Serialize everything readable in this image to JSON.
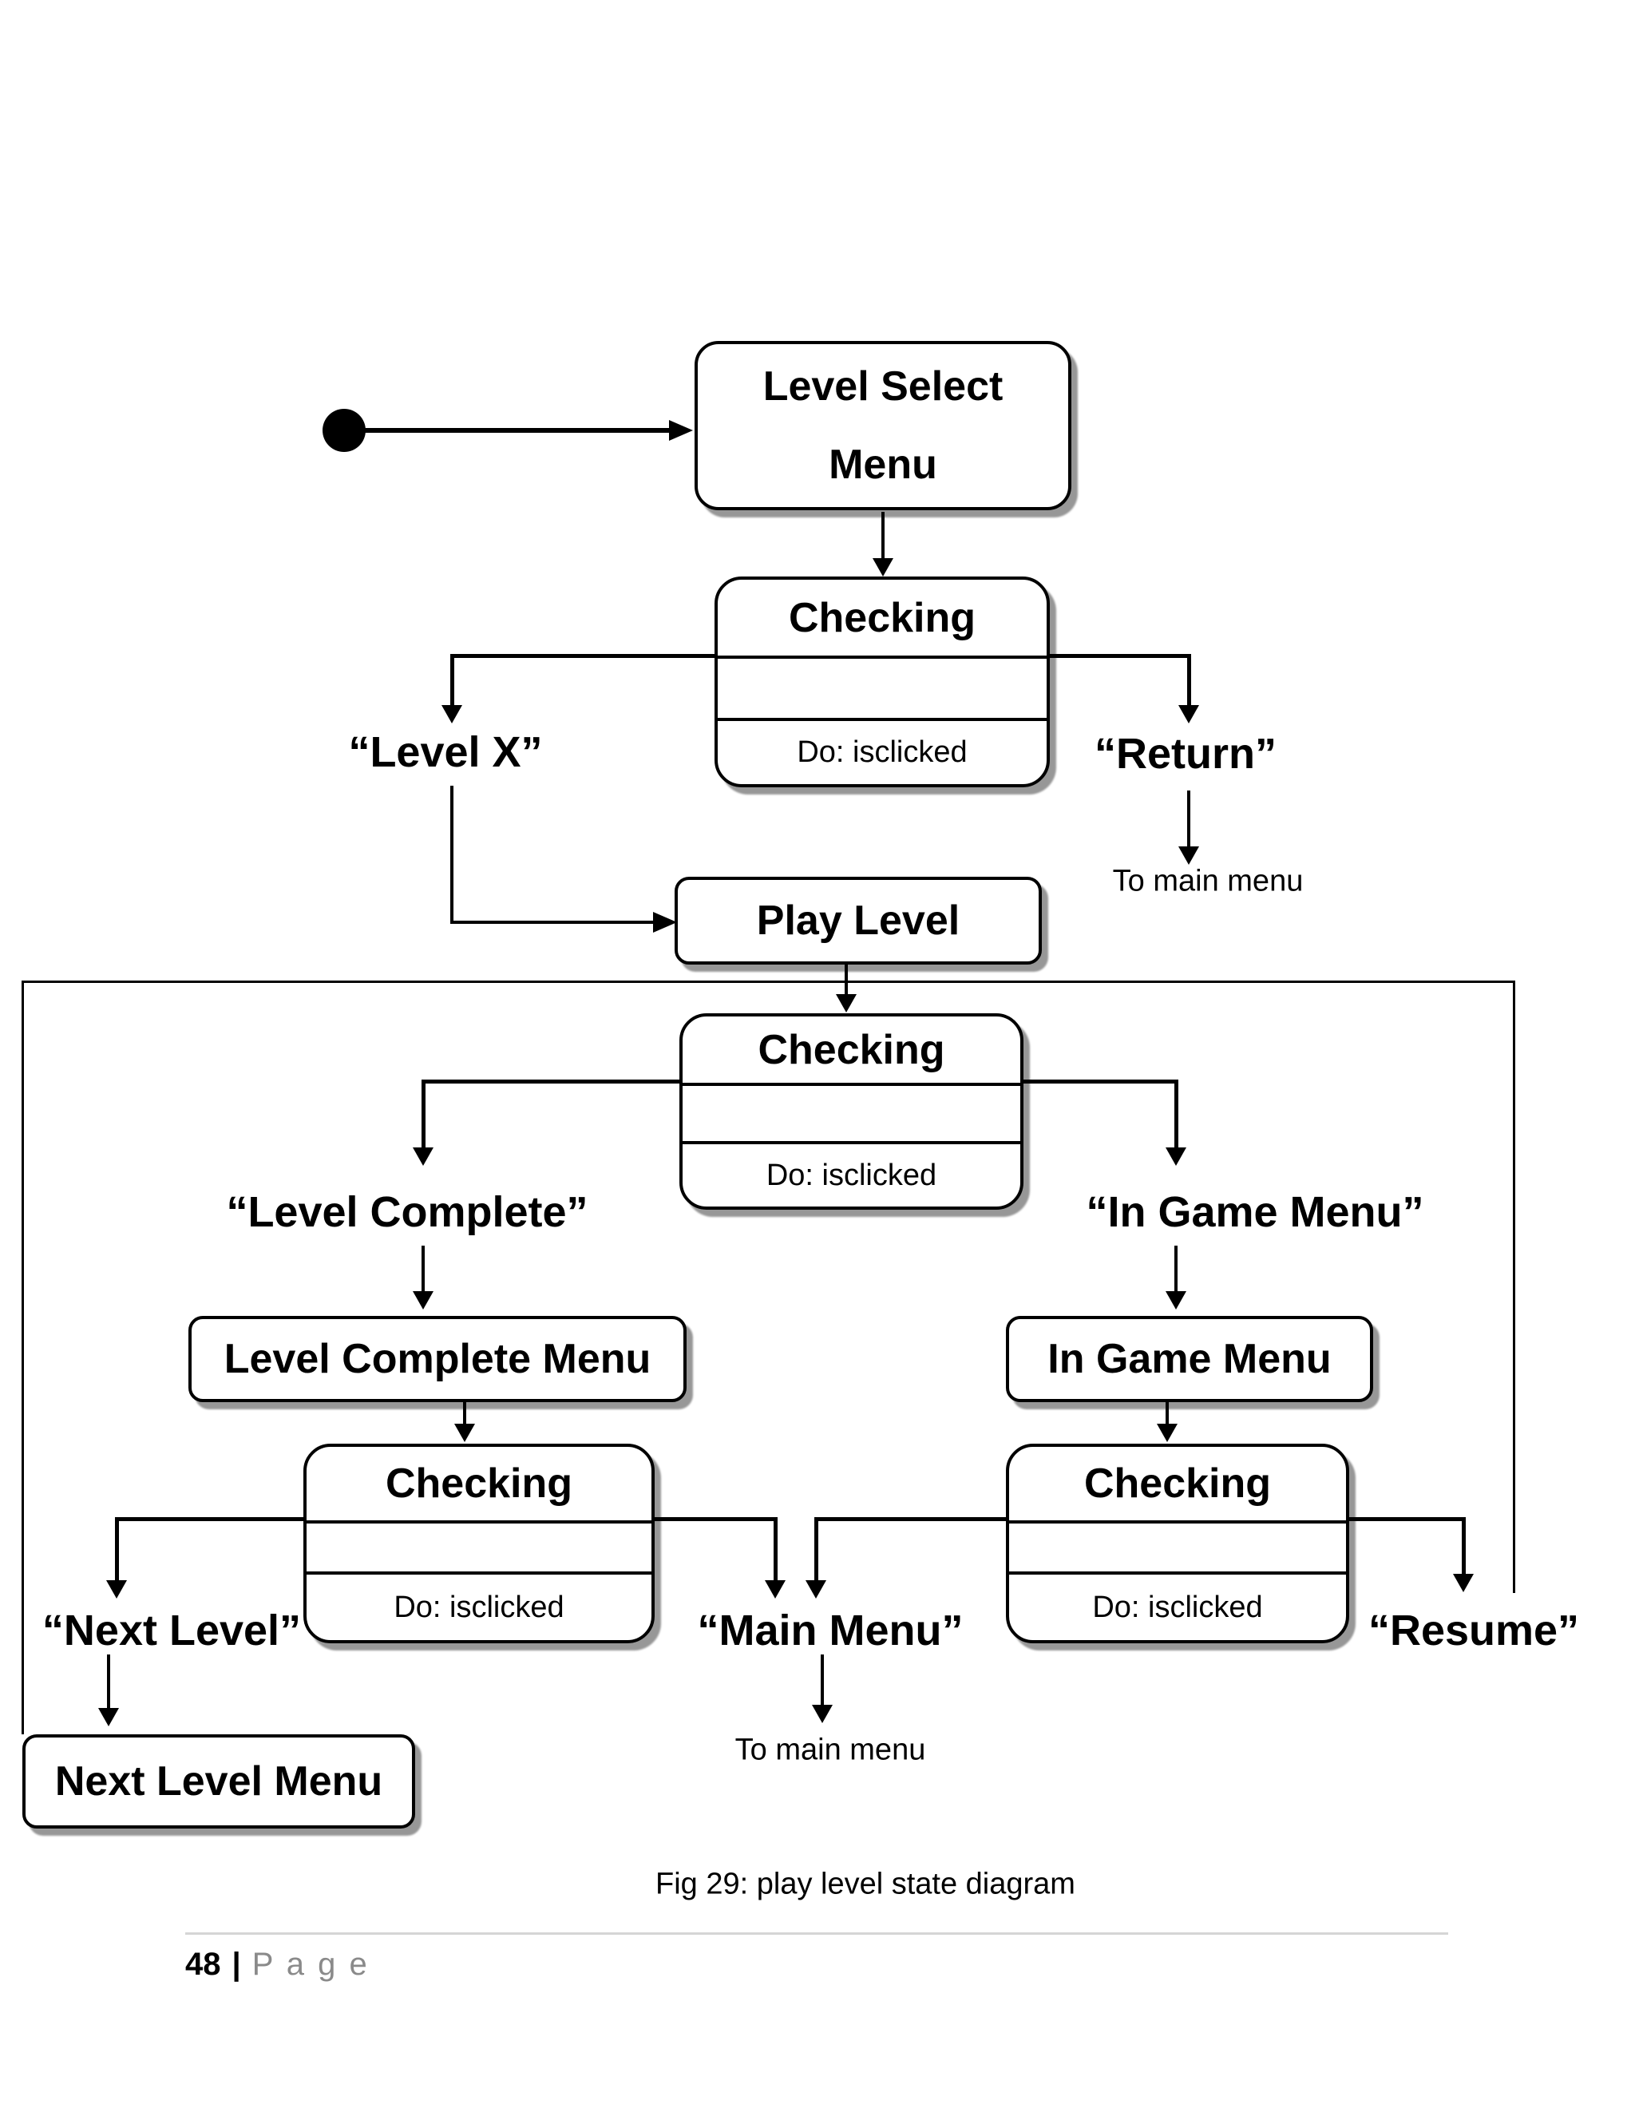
{
  "page": {
    "caption": "Fig 29: play level state diagram",
    "footer": {
      "number": "48",
      "separator": "|",
      "label": "P a g e"
    }
  },
  "colors": {
    "ink": "#000000",
    "box_shadow": "#979797",
    "footer_gray": "#8a8a8a",
    "footer_rule": "#d5d5d5"
  },
  "diagram": {
    "checking": {
      "title": "Checking",
      "do_label": "Do: isclicked"
    },
    "states": {
      "level_select_menu_line1": "Level Select",
      "level_select_menu_line2": "Menu",
      "play_level": "Play Level",
      "level_complete_menu": "Level Complete Menu",
      "in_game_menu": "In Game Menu",
      "next_level_menu": "Next Level Menu"
    },
    "transitions": {
      "level_x": "“Level X”",
      "return_label": "“Return”",
      "to_main_menu_from_return": "To main menu",
      "level_complete": "“Level Complete”",
      "in_game_menu": "“In Game Menu”",
      "next_level": "“Next Level”",
      "main_menu": "“Main Menu”",
      "to_main_menu_from_main_menu": "To main menu",
      "resume": "“Resume”"
    }
  }
}
